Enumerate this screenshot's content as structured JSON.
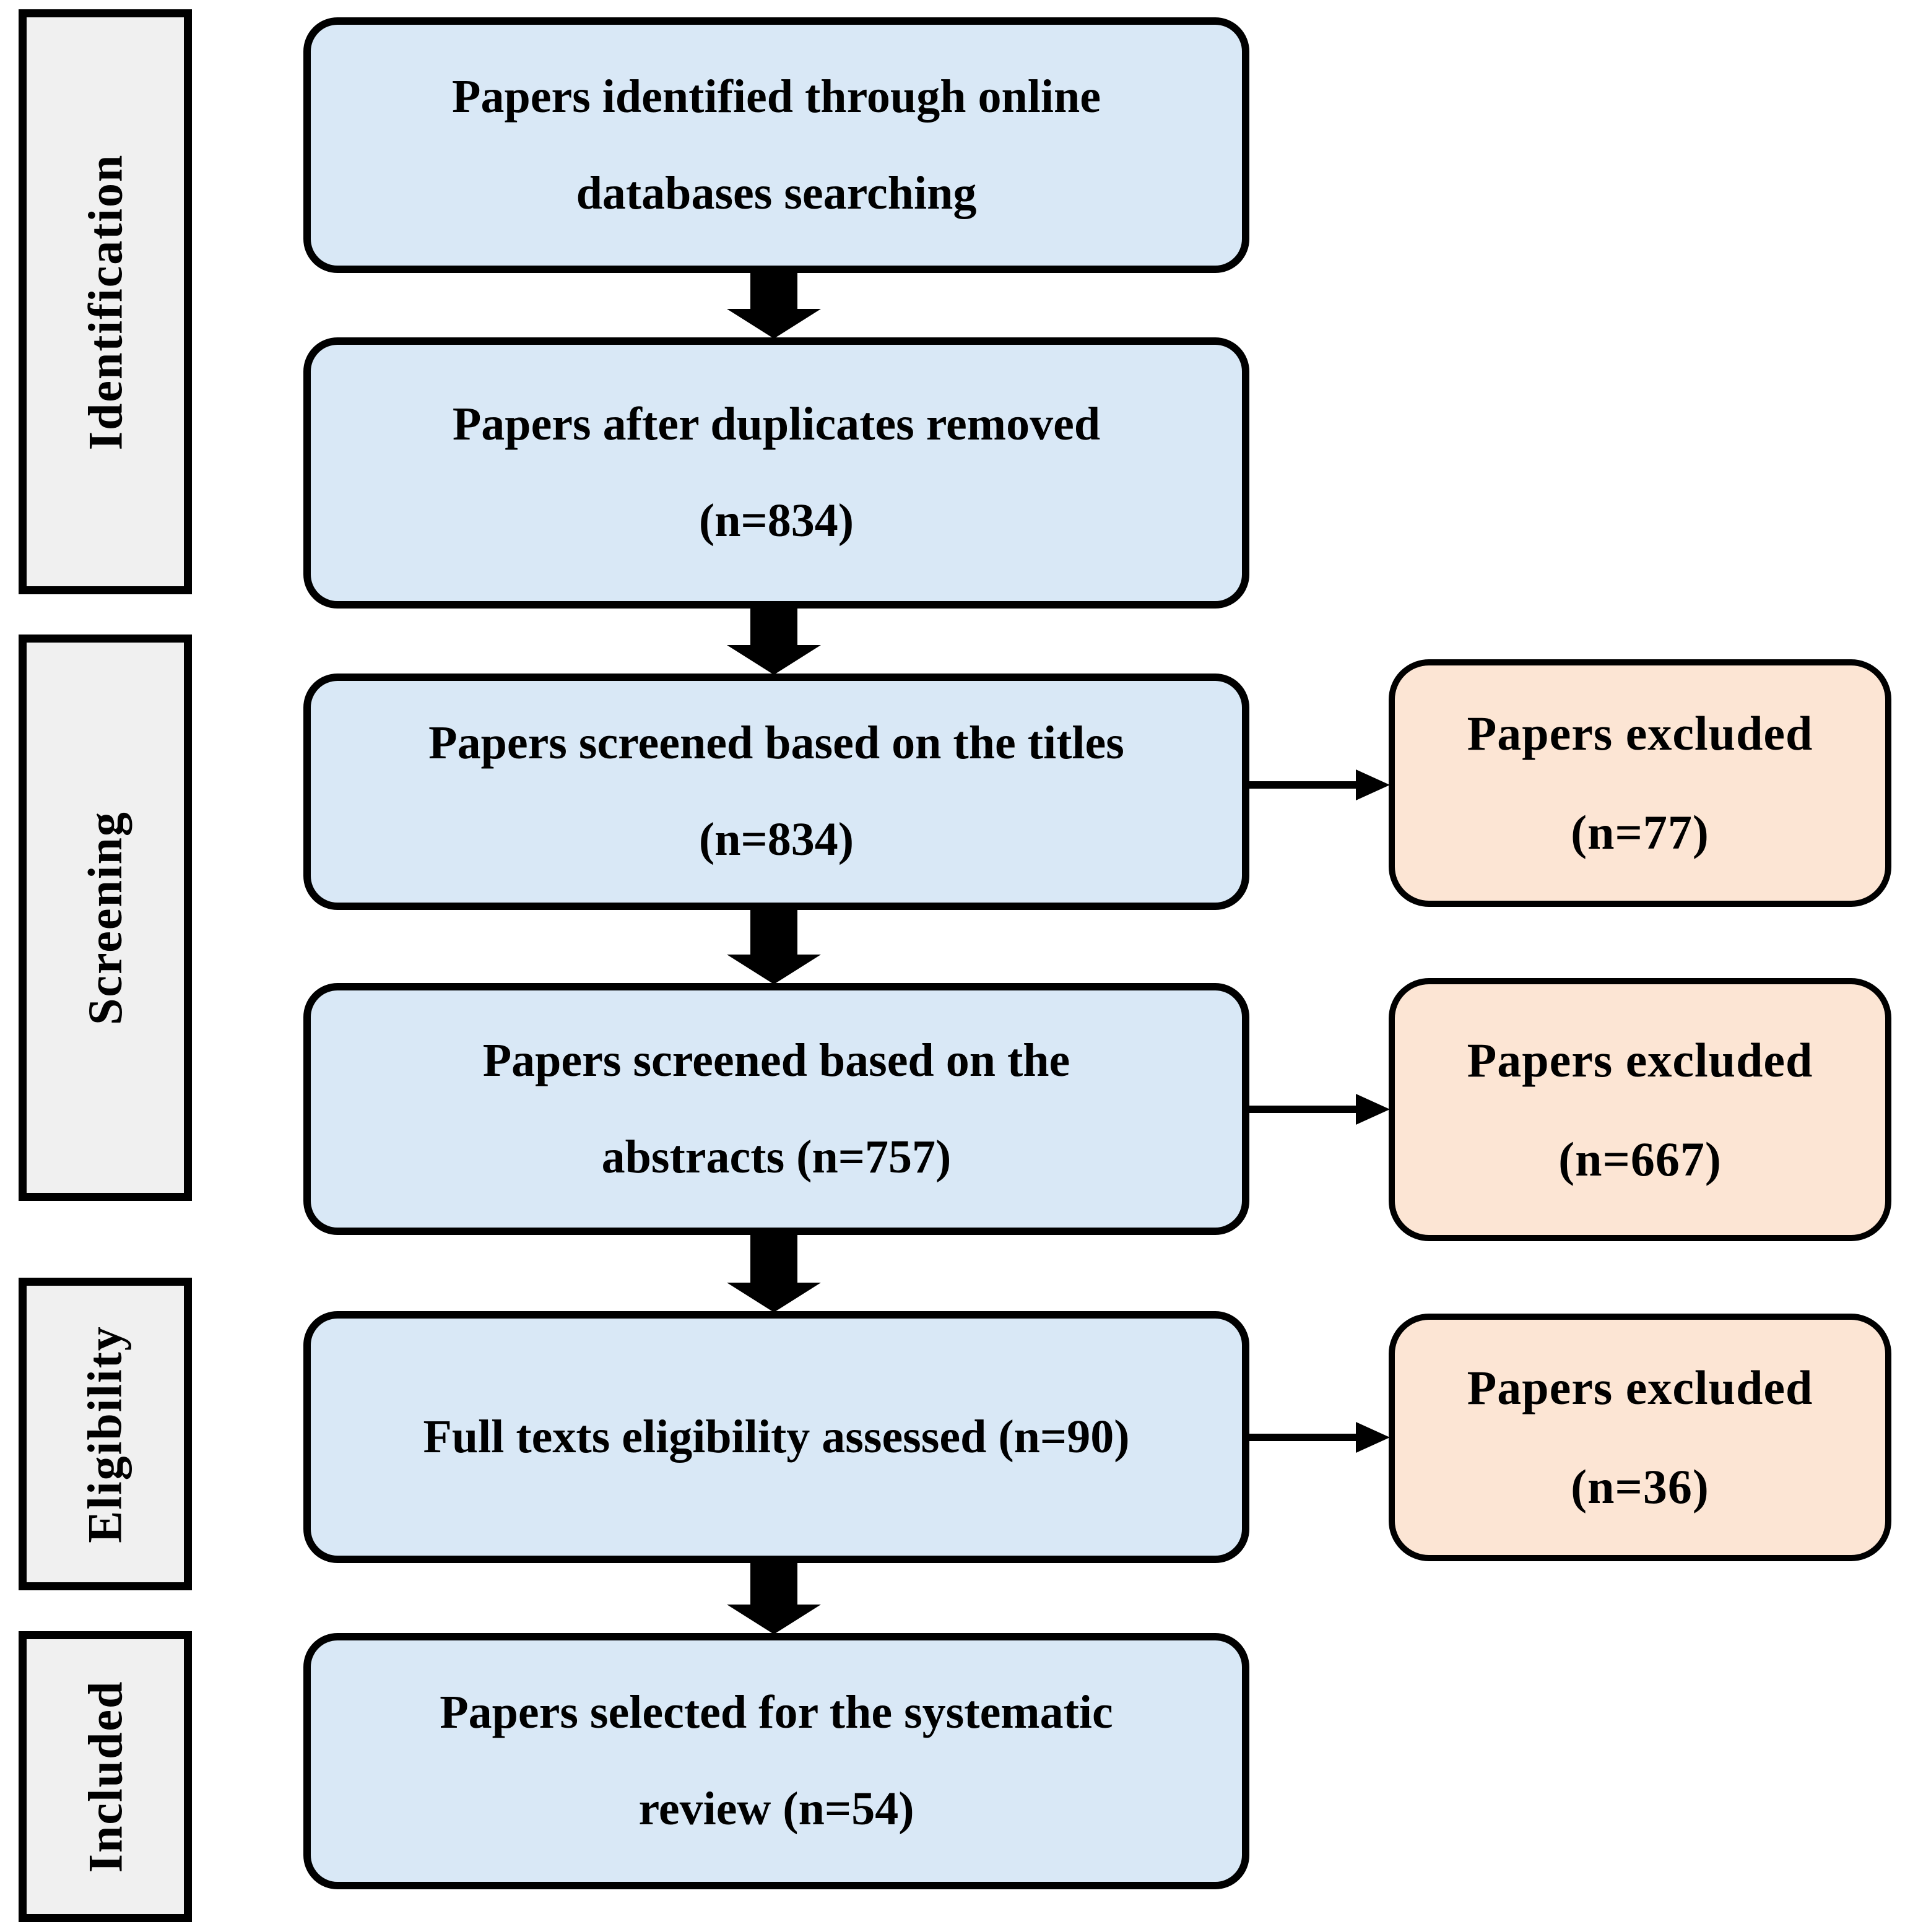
{
  "diagram_type": "PRISMA systematic review flow diagram",
  "colors": {
    "process_fill": "#d9e8f6",
    "excluded_fill": "#fce5d4",
    "stage_fill": "#f0f0f0",
    "line_color": "#000000",
    "page_bg": "#ffffff"
  },
  "stages": [
    {
      "label": "Identification"
    },
    {
      "label": "Screening"
    },
    {
      "label": "Eligibility"
    },
    {
      "label": "Included"
    }
  ],
  "flow_boxes": [
    {
      "lines": [
        "Papers identified through online",
        "databases searching"
      ]
    },
    {
      "lines": [
        "Papers after duplicates removed",
        "(n=834)"
      ],
      "n": 834
    },
    {
      "lines": [
        "Papers screened based on the titles",
        "(n=834)"
      ],
      "n": 834
    },
    {
      "lines": [
        "Papers screened based on the",
        "abstracts (n=757)"
      ],
      "n": 757
    },
    {
      "lines": [
        "Full texts eligibility assessed (n=90)"
      ],
      "n": 90
    },
    {
      "lines": [
        "Papers selected for the systematic",
        "review (n=54)"
      ],
      "n": 54
    }
  ],
  "excluded_boxes": [
    {
      "lines": [
        "Papers excluded",
        "(n=77)"
      ],
      "n": 77
    },
    {
      "lines": [
        "Papers excluded",
        "(n=667)"
      ],
      "n": 667
    },
    {
      "lines": [
        "Papers excluded",
        "(n=36)"
      ],
      "n": 36
    }
  ]
}
